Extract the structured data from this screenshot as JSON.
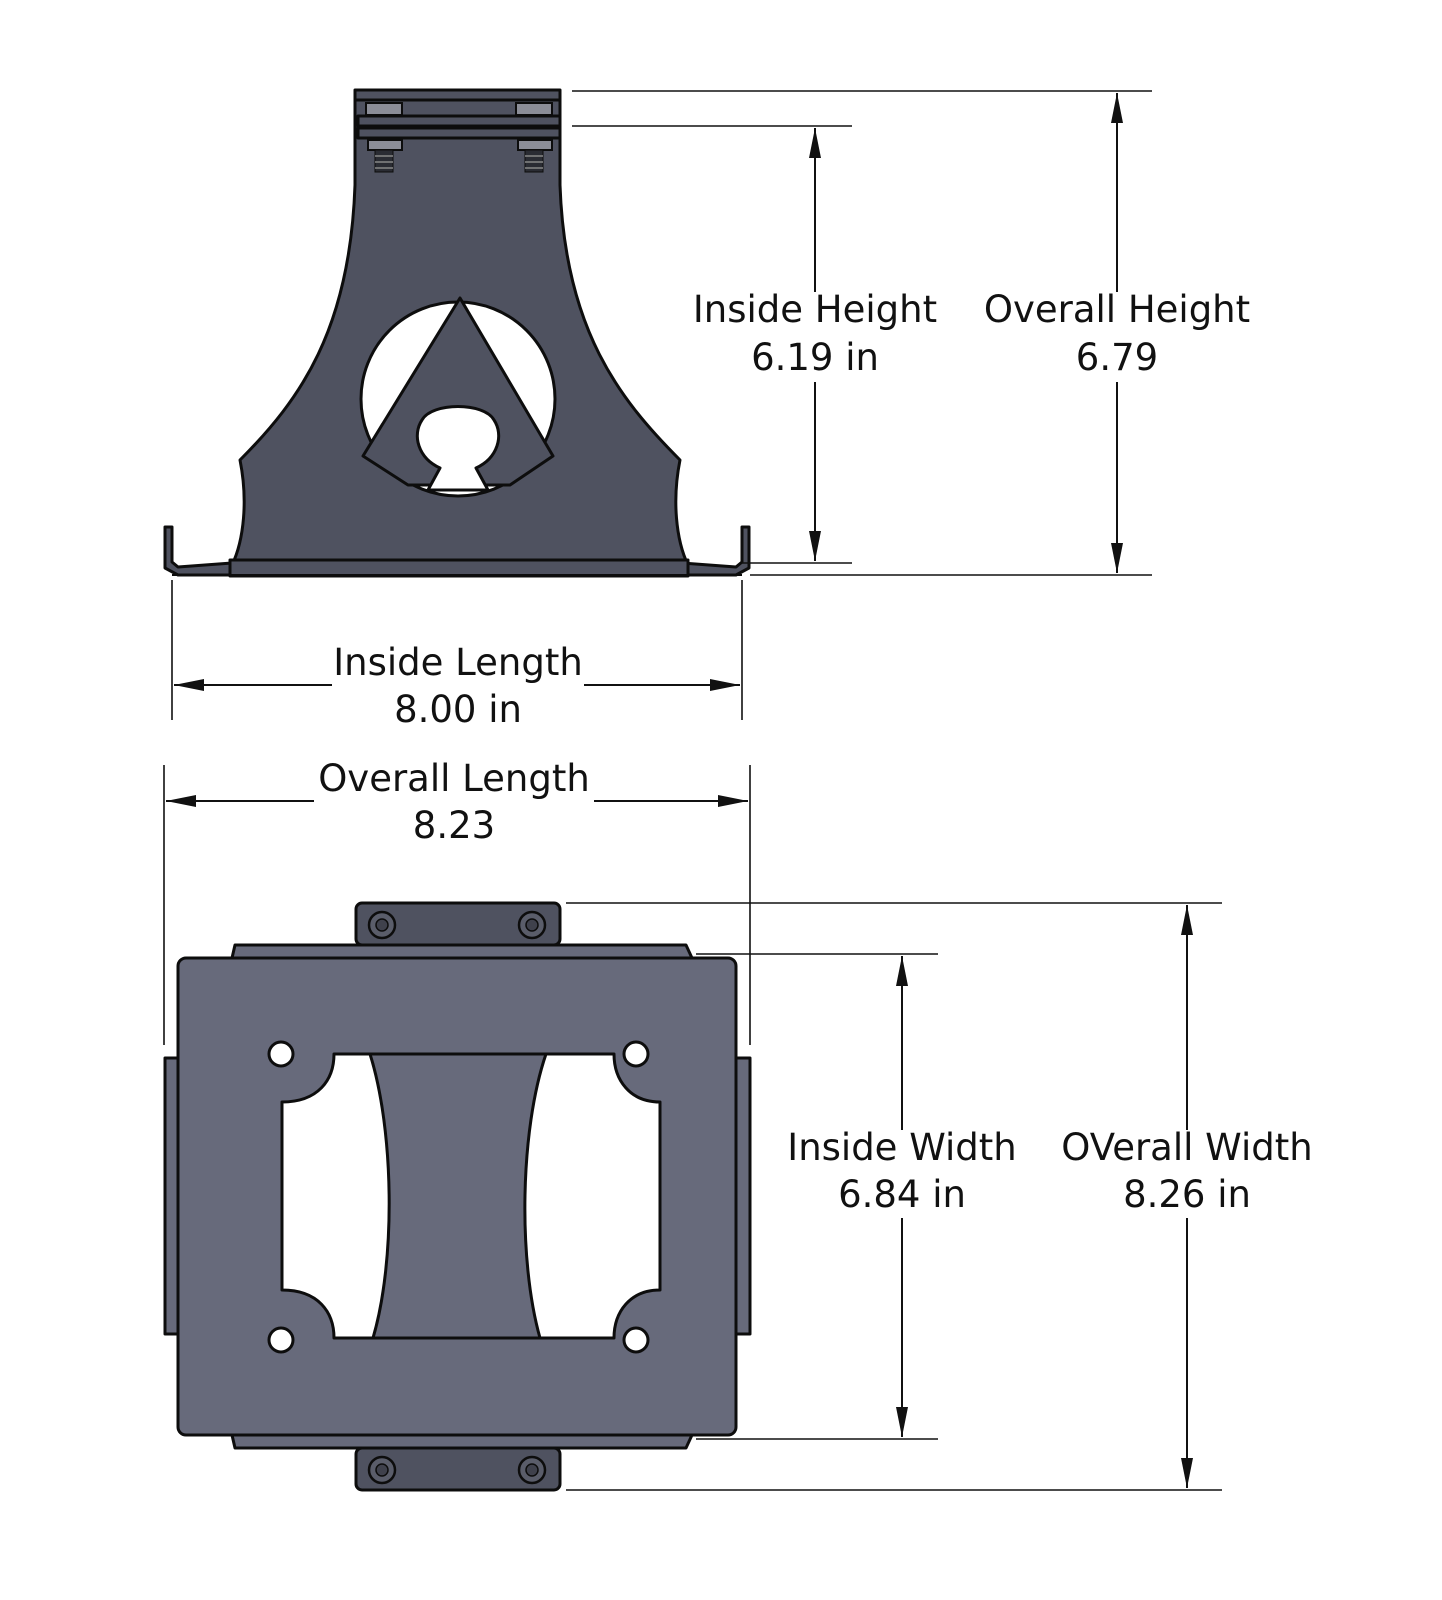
{
  "drawing": {
    "type": "technical dimension drawing",
    "views": {
      "front": {
        "name": "Front view (mount bracket)"
      },
      "top": {
        "name": "Top view (mount plate)"
      }
    },
    "colors": {
      "part_dark": "#4f5260",
      "part_plate": "#676a7b",
      "outline": "#0d0d0d",
      "dimension_lines": "#111111",
      "background": "#ffffff"
    }
  },
  "dimensions": {
    "inside_height": {
      "label": "Inside Height",
      "value": "6.19 in"
    },
    "overall_height": {
      "label": "Overall Height",
      "value": "6.79"
    },
    "inside_length": {
      "label": "Inside Length",
      "value": "8.00 in"
    },
    "overall_length": {
      "label": "Overall Length",
      "value": "8.23"
    },
    "inside_width": {
      "label": "Inside Width",
      "value": "6.84 in"
    },
    "overall_width": {
      "label": "OVerall Width",
      "value": "8.26 in"
    }
  }
}
